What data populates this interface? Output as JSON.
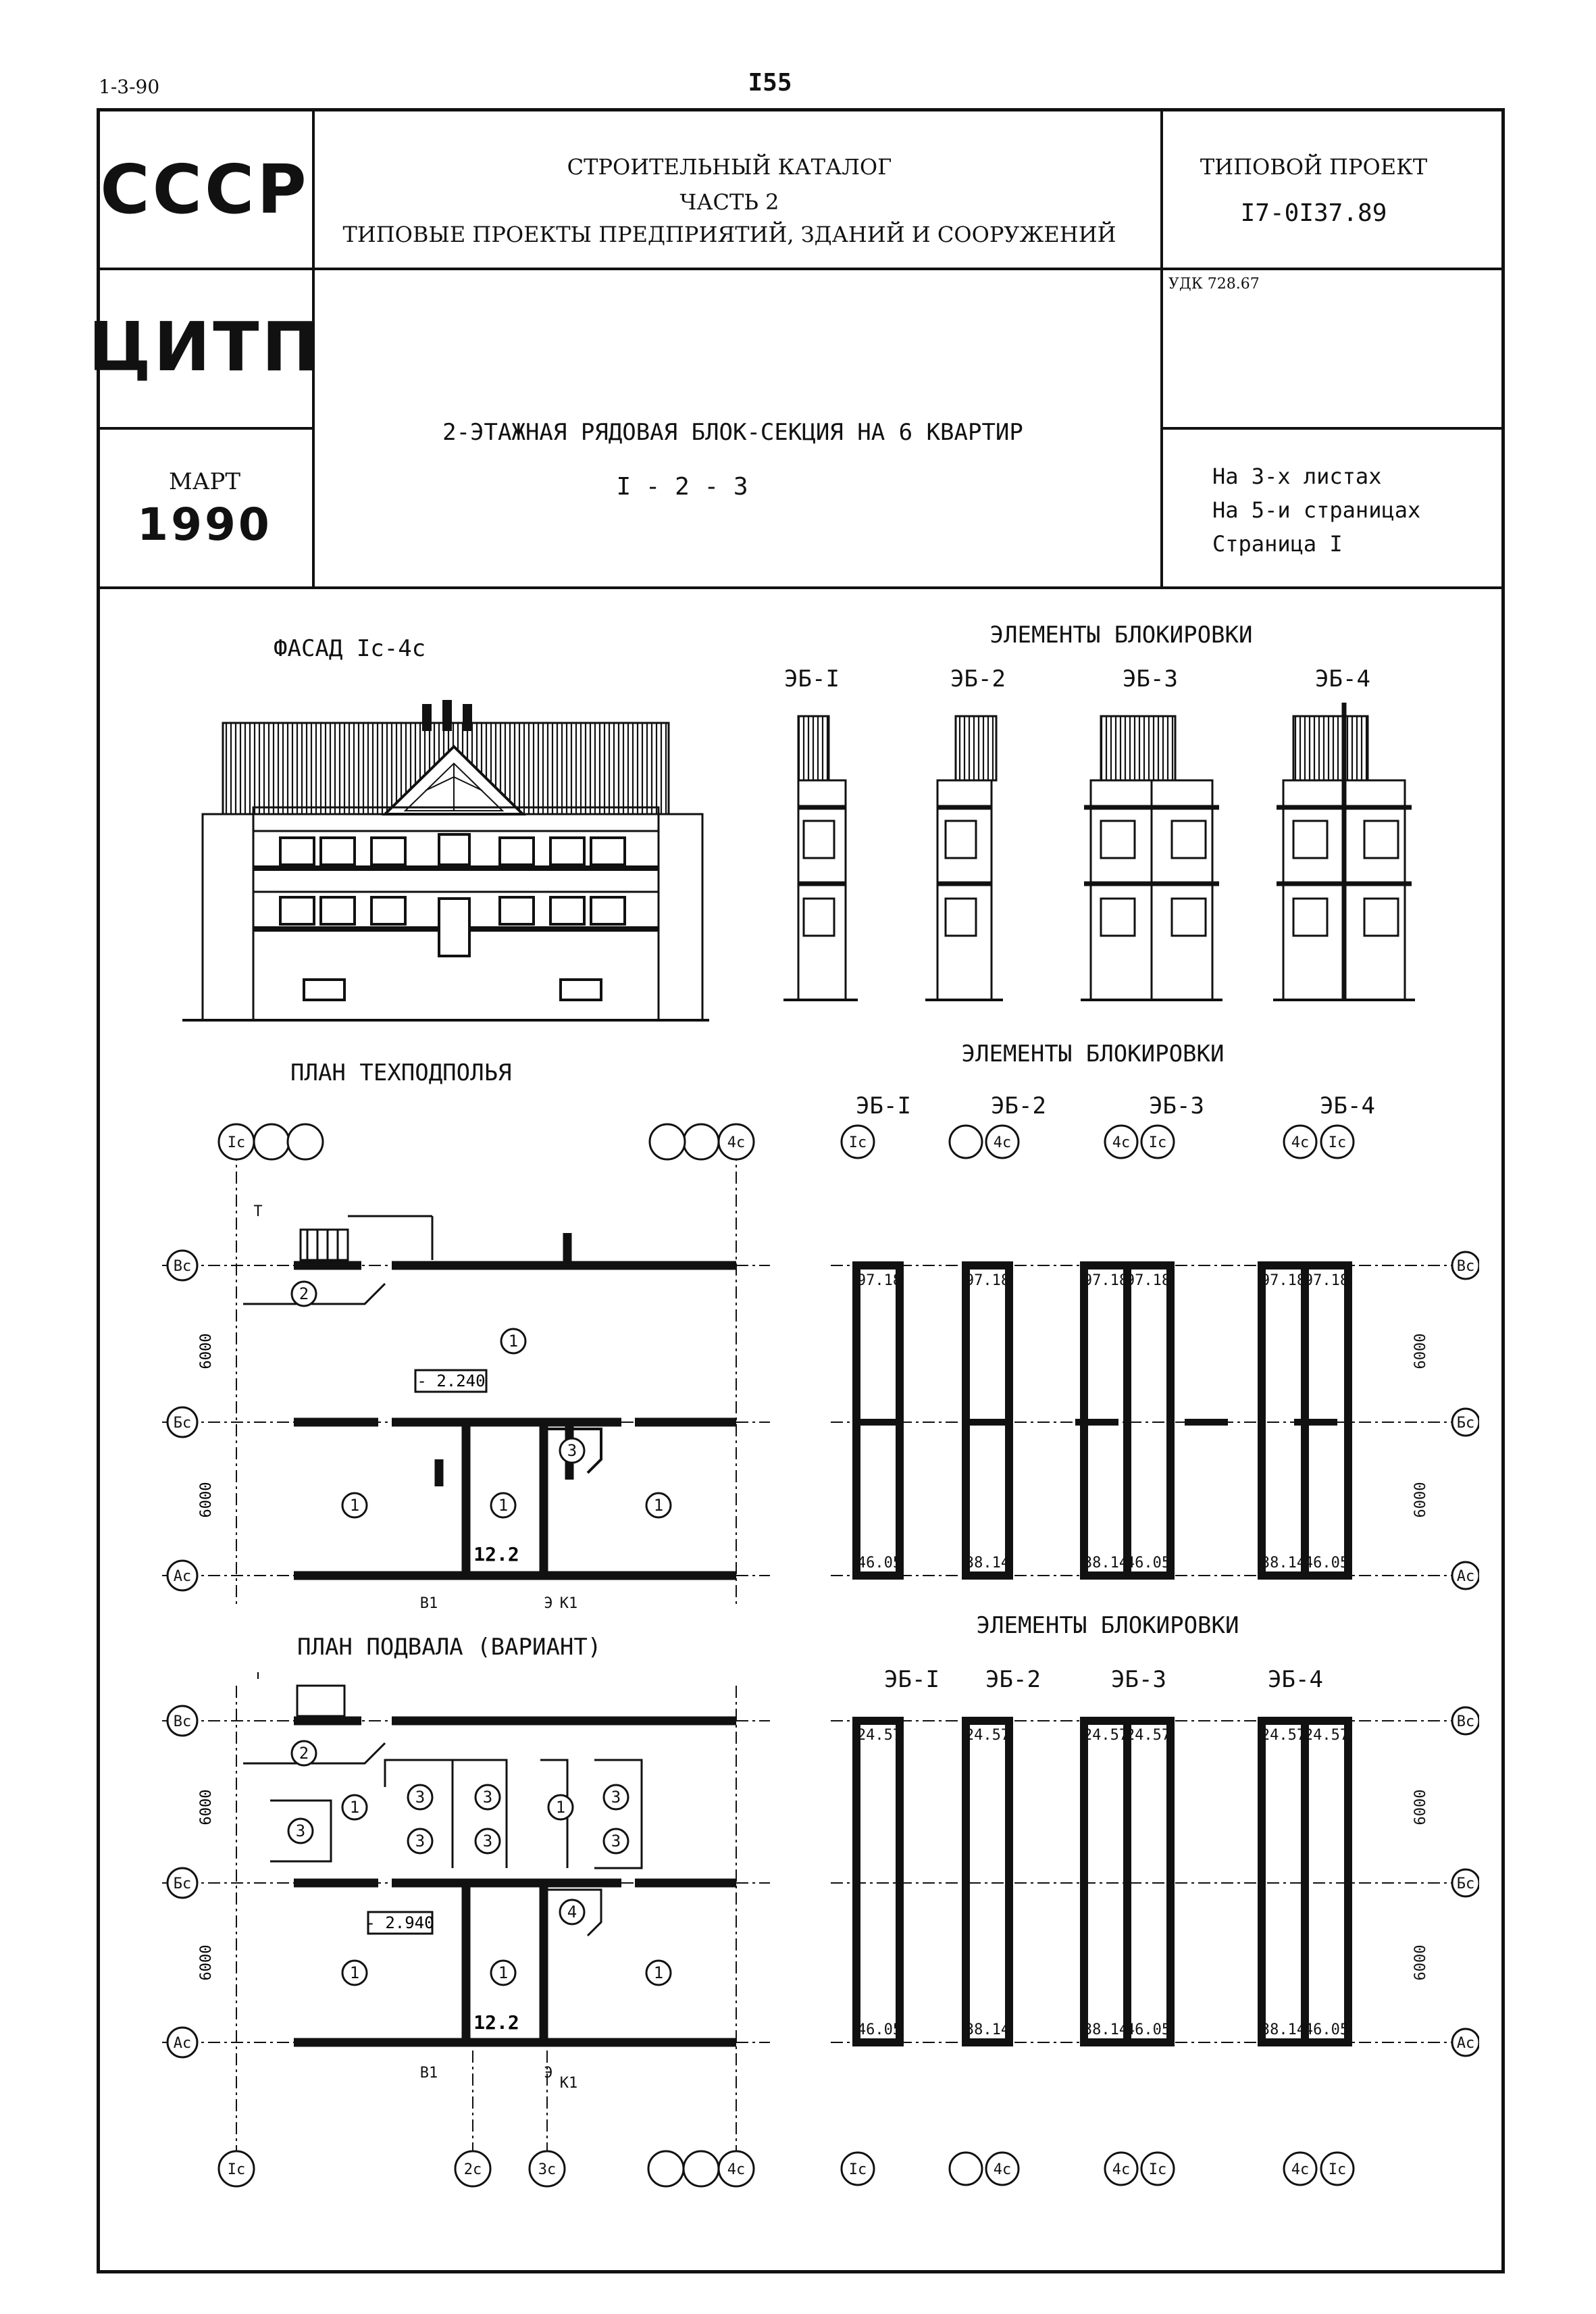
{
  "corner_code": "1-3-90",
  "page_number": "I55",
  "header": {
    "org1": "СССР",
    "org2": "ЦИТП",
    "month": "МАРТ",
    "year": "1990",
    "catalog_line1": "СТРОИТЕЛЬНЫЙ КАТАЛОГ",
    "catalog_line2": "ЧАСТЬ 2",
    "catalog_line3": "ТИПОВЫЕ ПРОЕКТЫ ПРЕДПРИЯТИЙ, ЗДАНИЙ И СООРУЖЕНИЙ",
    "project_label": "ТИПОВОЙ ПРОЕКТ",
    "project_number": "I7-0I37.89",
    "udk": "УДК 728.67",
    "title": "2-ЭТАЖНАЯ РЯДОВАЯ БЛОК-СЕКЦИЯ НА 6 КВАРТИР",
    "series": "I - 2 - 3",
    "sheets": "На 3-х листах",
    "pages": "На 5-и страницах",
    "page": "Страница I"
  },
  "facade": {
    "title": "ФАСАД Iс-4с",
    "elements_title": "ЭЛЕМЕНТЫ БЛОКИРОВКИ",
    "eb": [
      "ЭБ-I",
      "ЭБ-2",
      "ЭБ-3",
      "ЭБ-4"
    ]
  },
  "plan1": {
    "title": "ПЛАН ТЕХПОДПОЛЬЯ",
    "elements_title": "ЭЛЕМЕНТЫ БЛОКИРОВКИ",
    "eb": [
      "ЭБ-I",
      "ЭБ-2",
      "ЭБ-3",
      "ЭБ-4"
    ],
    "level": "- 2.240",
    "dim": "12.2",
    "span": "6000",
    "eb_values_top": [
      "97.18",
      "97.18",
      "97.18",
      "97.18",
      "97.18",
      "97.18"
    ],
    "eb_values_bottom": [
      "46.05",
      "38.14",
      "38.14",
      "46.05",
      "38.14",
      "46.05"
    ]
  },
  "plan2": {
    "title": "ПЛАН ПОДВАЛА (ВАРИАНТ)",
    "elements_title": "ЭЛЕМЕНТЫ БЛОКИРОВКИ",
    "eb": [
      "ЭБ-I",
      "ЭБ-2",
      "ЭБ-3",
      "ЭБ-4"
    ],
    "level": "- 2.940",
    "dim": "12.2",
    "span": "6000",
    "eb_values_top": [
      "24.57",
      "24.57",
      "24.57",
      "24.57",
      "24.57",
      "24.57"
    ],
    "eb_values_bottom": [
      "46.05",
      "38.14",
      "38.14",
      "46.05",
      "38.14",
      "46.05"
    ]
  },
  "axes": {
    "left": "Iс",
    "right": "4с",
    "mid1": "2с",
    "mid2": "3с",
    "row_top": "Вс",
    "row_mid": "Бс",
    "row_bot": "Ас"
  },
  "marks": {
    "t": "Т",
    "v1": "В1",
    "k1": "К1",
    "e": "Э"
  }
}
